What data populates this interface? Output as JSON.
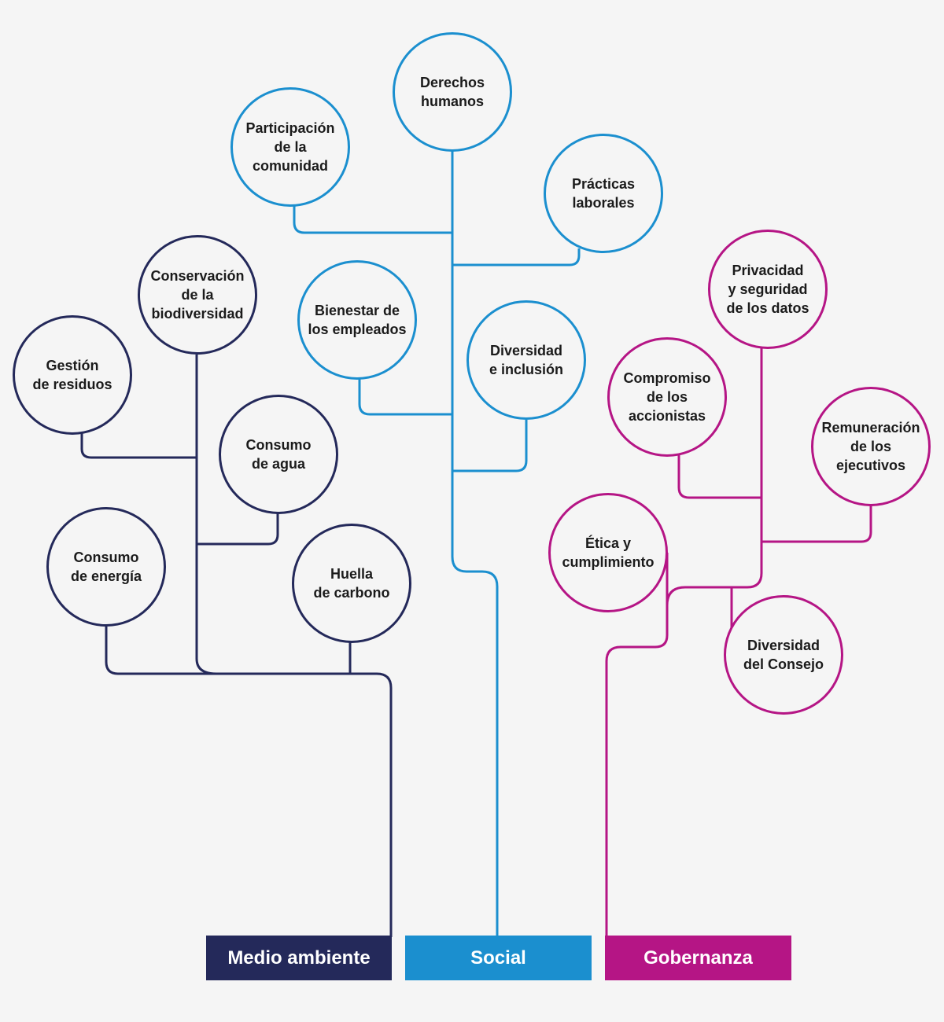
{
  "colors": {
    "environment": "#24295a",
    "social": "#1b8fcf",
    "governance": "#b51585",
    "background": "#f5f5f5"
  },
  "categories": {
    "environment": "Medio ambiente",
    "social": "Social",
    "governance": "Gobernanza"
  },
  "nodes": {
    "derechos_humanos": "Derechos\nhumanos",
    "participacion": "Participación\nde la\ncomunidad",
    "practicas_laborales": "Prácticas\nlaborales",
    "bienestar": "Bienestar de\nlos empleados",
    "diversidad_inclusion": "Diversidad\ne inclusión",
    "conservacion": "Conservación\nde la\nbiodiversidad",
    "gestion_residuos": "Gestión\nde residuos",
    "consumo_agua": "Consumo\nde agua",
    "consumo_energia": "Consumo\nde energía",
    "huella_carbono": "Huella\nde carbono",
    "privacidad": "Privacidad\ny seguridad\nde los datos",
    "compromiso": "Compromiso\nde los\naccionistas",
    "remuneracion": "Remuneración\nde los\nejecutivos",
    "etica": "Ética y\ncumplimiento",
    "diversidad_consejo": "Diversidad\ndel Consejo"
  }
}
